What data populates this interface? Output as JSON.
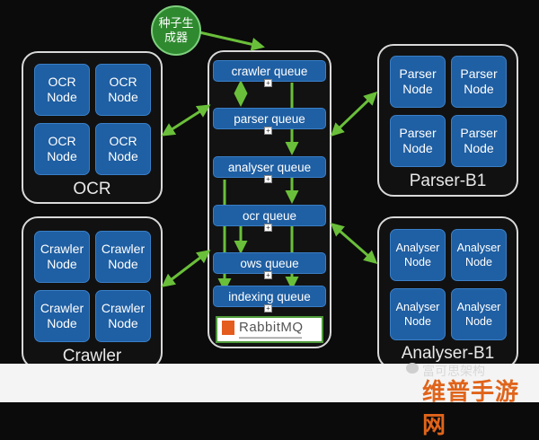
{
  "seed": "种子生\n成器",
  "clusters": {
    "ocr": {
      "label": "OCR",
      "nodes": [
        "OCR\nNode",
        "OCR\nNode",
        "OCR\nNode",
        "OCR\nNode"
      ]
    },
    "crawler": {
      "label": "Crawler",
      "nodes": [
        "Crawler\nNode",
        "Crawler\nNode",
        "Crawler\nNode",
        "Crawler\nNode"
      ]
    },
    "parser": {
      "label": "Parser-B1",
      "nodes": [
        "Parser\nNode",
        "Parser\nNode",
        "Parser\nNode",
        "Parser\nNode"
      ]
    },
    "analyser": {
      "label": "Analyser-B1",
      "nodes": [
        "Analyser\nNode",
        "Analyser\nNode",
        "Analyser\nNode",
        "Analyser\nNode"
      ]
    }
  },
  "queues": [
    "crawler queue",
    "parser queue",
    "analyser queue",
    "ocr queue",
    "ows queue",
    "indexing queue"
  ],
  "rabbitmq": {
    "brand": "RabbitMQ"
  },
  "watermark": {
    "account": "富可思架构",
    "brand": "维普手游网"
  },
  "colors": {
    "node": "#1f5fa3",
    "arrow": "#6abf3a",
    "seed": "#2f8a2f",
    "background": "#0b0b0b"
  }
}
